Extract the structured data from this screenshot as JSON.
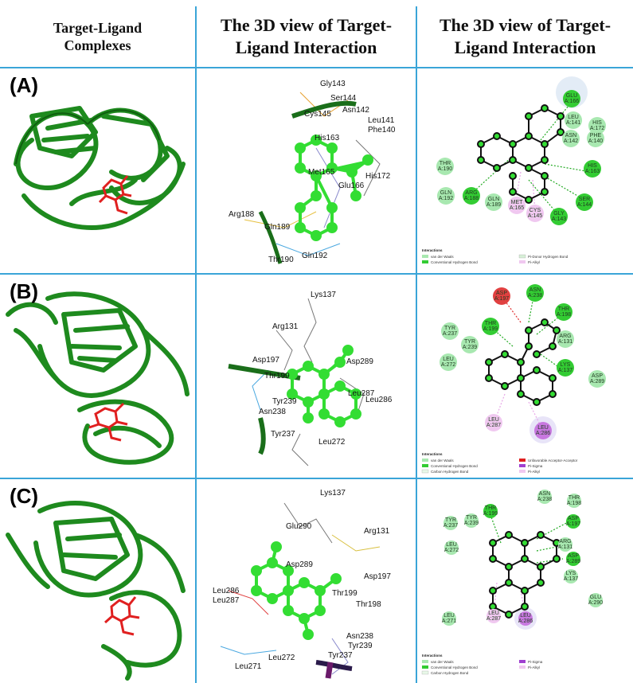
{
  "headers": {
    "col1": {
      "line1": "Target-Ligand",
      "line2": "Complexes"
    },
    "col2": {
      "line1": "The 3D view of Target-",
      "line2": "Ligand Interaction"
    },
    "col3": {
      "line1": "The 3D view of Target-",
      "line2": "Ligand Interaction"
    }
  },
  "colors": {
    "grid_line": "#3aa5d8",
    "protein": "#1e8a1e",
    "ligand_red": "#e02020",
    "ligand_green": "#33dd33"
  },
  "rows": [
    {
      "label": "(A)",
      "labels3d": [
        "Gly143",
        "Ser144",
        "Asn142",
        "Cys145",
        "Leu141",
        "Phe140",
        "His163",
        "Met165",
        "His172",
        "Glu166",
        "Arg188",
        "Gln189",
        "Gln192",
        "Thr190"
      ],
      "residues2d": [
        {
          "name": "GLU",
          "id": "A:166"
        },
        {
          "name": "HIS",
          "id": "A:172"
        },
        {
          "name": "LEU",
          "id": "A:141"
        },
        {
          "name": "ASN",
          "id": "A:142"
        },
        {
          "name": "PHE",
          "id": "A:140"
        },
        {
          "name": "HIS",
          "id": "A:163"
        },
        {
          "name": "SER",
          "id": "A:144"
        },
        {
          "name": "GLY",
          "id": "A:143"
        },
        {
          "name": "CYS",
          "id": "A:145"
        },
        {
          "name": "MET",
          "id": "A:165"
        },
        {
          "name": "GLN",
          "id": "A:189"
        },
        {
          "name": "ARG",
          "id": "A:188"
        },
        {
          "name": "THR",
          "id": "A:190"
        },
        {
          "name": "GLN",
          "id": "A:192"
        }
      ],
      "legend": {
        "title": "Interactions",
        "items": [
          "van der Waals",
          "Conventional Hydrogen Bond",
          "Pi-Donor Hydrogen Bond",
          "Pi-Alkyl"
        ]
      }
    },
    {
      "label": "(B)",
      "labels3d": [
        "Lys137",
        "Arg131",
        "Asp197",
        "Asp289",
        "Thr199",
        "Tyr239",
        "Asn238",
        "Leu287",
        "Leu286",
        "Tyr237",
        "Leu272"
      ],
      "residues2d": [
        {
          "name": "ASP",
          "id": "A:197"
        },
        {
          "name": "ASN",
          "id": "A:238"
        },
        {
          "name": "THR",
          "id": "A:198"
        },
        {
          "name": "TYR",
          "id": "A:237"
        },
        {
          "name": "THR",
          "id": "A:199"
        },
        {
          "name": "TYR",
          "id": "A:239"
        },
        {
          "name": "ARG",
          "id": "A:131"
        },
        {
          "name": "LEU",
          "id": "A:272"
        },
        {
          "name": "LYS",
          "id": "A:137"
        },
        {
          "name": "ASP",
          "id": "A:289"
        },
        {
          "name": "LEU",
          "id": "A:287"
        },
        {
          "name": "LEU",
          "id": "A:286"
        }
      ],
      "legend": {
        "title": "Interactions",
        "items": [
          "van der Waals",
          "Conventional Hydrogen Bond",
          "Carbon Hydrogen Bond",
          "Unfavorable Acceptor-Acceptor",
          "Pi-Sigma",
          "Pi-Alkyl"
        ]
      }
    },
    {
      "label": "(C)",
      "labels3d": [
        "Lys137",
        "Glu290",
        "Arg131",
        "Asp289",
        "Asp197",
        "Leu286",
        "Leu287",
        "Thr199",
        "Thr198",
        "Asn238",
        "Tyr239",
        "Tyr237",
        "Leu272",
        "Leu271"
      ],
      "residues2d": [
        {
          "name": "ASN",
          "id": "A:238"
        },
        {
          "name": "THR",
          "id": "A:198"
        },
        {
          "name": "THR",
          "id": "A:199"
        },
        {
          "name": "TYR",
          "id": "A:237"
        },
        {
          "name": "TYR",
          "id": "A:239"
        },
        {
          "name": "ASP",
          "id": "A:197"
        },
        {
          "name": "ARG",
          "id": "A:131"
        },
        {
          "name": "LEU",
          "id": "A:272"
        },
        {
          "name": "ASP",
          "id": "A:289"
        },
        {
          "name": "LYS",
          "id": "A:137"
        },
        {
          "name": "GLU",
          "id": "A:290"
        },
        {
          "name": "LEU",
          "id": "A:287"
        },
        {
          "name": "LEU",
          "id": "A:271"
        },
        {
          "name": "LEU",
          "id": "A:286"
        }
      ],
      "legend": {
        "title": "Interactions",
        "items": [
          "van der Waals",
          "Conventional Hydrogen Bond",
          "Carbon Hydrogen Bond",
          "Pi-Sigma",
          "Pi-Alkyl"
        ]
      }
    }
  ]
}
